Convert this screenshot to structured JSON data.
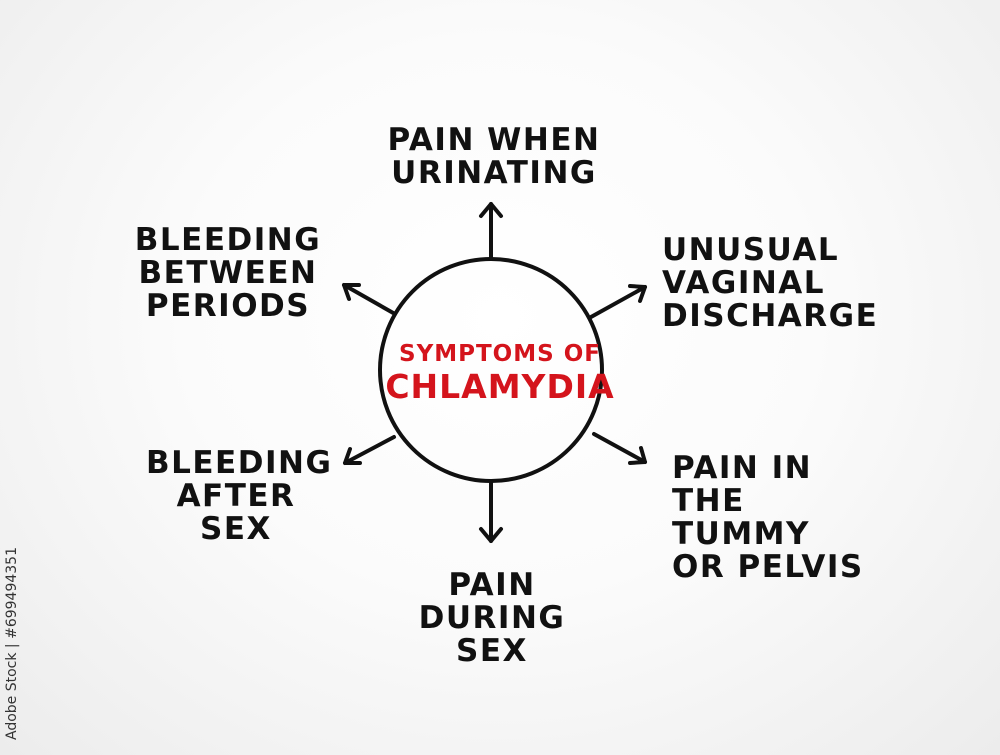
{
  "center": {
    "line1": "SYMPTOMS OF",
    "line2": "CHLAMYDIA"
  },
  "symptoms": [
    {
      "id": "top",
      "text": "PAIN WHEN\nURINATING"
    },
    {
      "id": "upper-right",
      "text": "UNUSUAL\nVAGINAL\nDISCHARGE"
    },
    {
      "id": "lower-right",
      "text": "PAIN IN\nTHE TUMMY\nOR PELVIS"
    },
    {
      "id": "bottom",
      "text": "PAIN DURING\nSEX"
    },
    {
      "id": "lower-left",
      "text": "BLEEDING\nAFTER\nSEX"
    },
    {
      "id": "upper-left",
      "text": "BLEEDING\nBETWEEN\nPERIODS"
    }
  ],
  "stock_id": "Adobe Stock | #699494351",
  "colors": {
    "center_text": "#d4141c",
    "ink": "#111111"
  }
}
